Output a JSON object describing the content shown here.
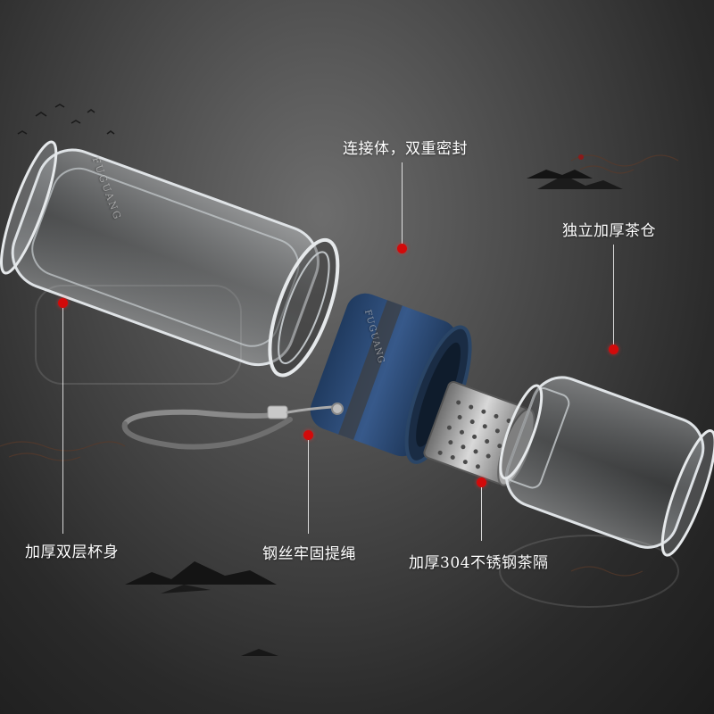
{
  "callouts": {
    "connector": "连接体，双重密封",
    "tea_compartment": "独立加厚茶仓",
    "cup_body": "加厚双层杯身",
    "lanyard": "钢丝牢固提绳",
    "infuser": "加厚304不锈钢茶隔"
  },
  "engraving": {
    "cup_brand": "FUGUANG",
    "sleeve_brand": "FUGUANG"
  },
  "colors": {
    "callout_dot": "#d20a0a",
    "sleeve": "#2f4f7a",
    "background": "#3a3a3a"
  },
  "decor": [
    "mountain-silhouette",
    "bird-flock",
    "cloud-swirl"
  ]
}
